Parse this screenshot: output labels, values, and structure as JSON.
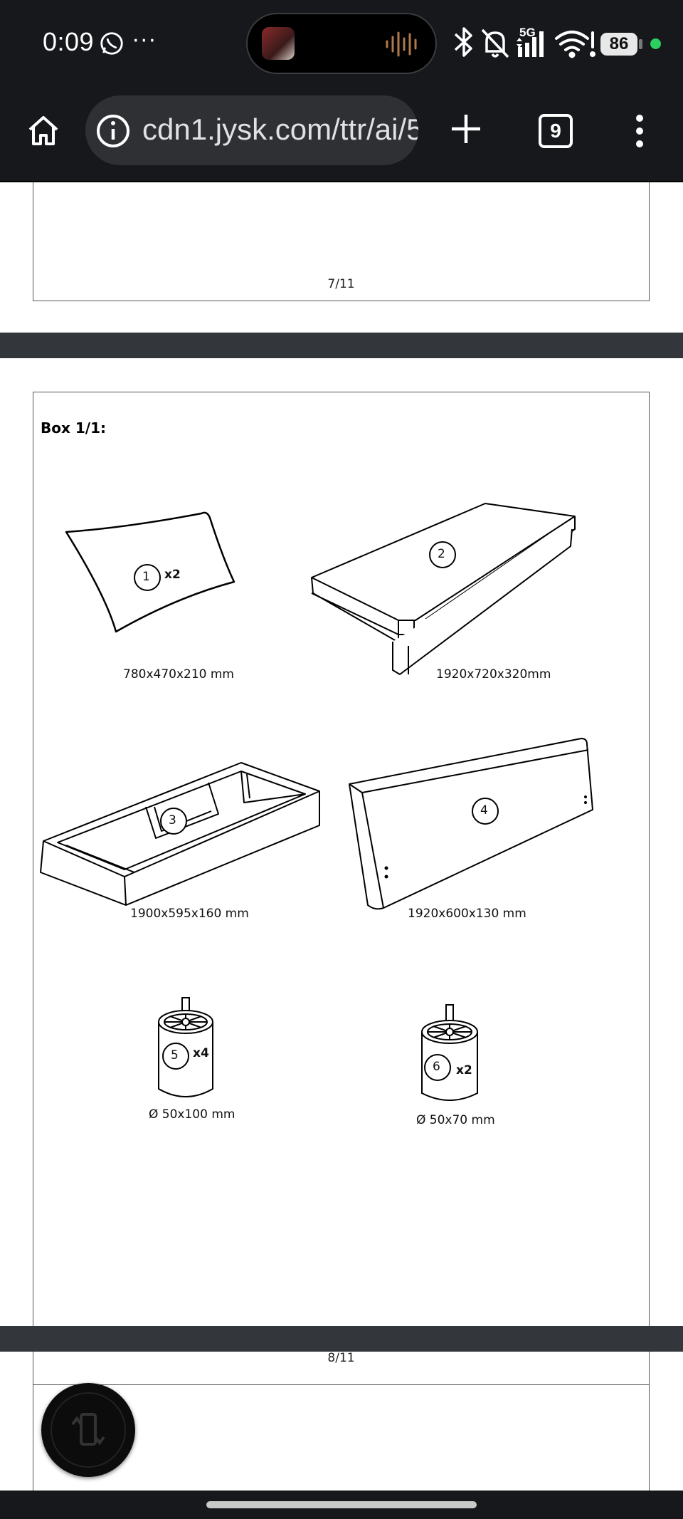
{
  "status_bar": {
    "time": "0:09",
    "more": "···",
    "battery": "86",
    "network": "5G",
    "icons": [
      "whatsapp-icon",
      "bluetooth-icon",
      "mute-icon",
      "signal-icon",
      "wifi-icon"
    ]
  },
  "browser": {
    "url": "cdn1.jysk.com/ttr/ai/5",
    "tab_count": "9"
  },
  "document": {
    "prev_page": "7/11",
    "current_page": "8/11",
    "box_title": "Box 1/1:",
    "parts": [
      {
        "id": "1",
        "qty": "x2",
        "dimensions": "780x470x210 mm"
      },
      {
        "id": "2",
        "qty": "",
        "dimensions": "1920x720x320mm"
      },
      {
        "id": "3",
        "qty": "",
        "dimensions": "1900x595x160 mm"
      },
      {
        "id": "4",
        "qty": "",
        "dimensions": "1920x600x130 mm"
      },
      {
        "id": "5",
        "qty": "x4",
        "dimensions": "Ø 50x100 mm"
      },
      {
        "id": "6",
        "qty": "x2",
        "dimensions": "Ø 50x70 mm"
      }
    ]
  },
  "colors": {
    "chrome": "#16181c",
    "url_pill": "#2e3034",
    "separator": "#33363b",
    "accent_green": "#2bd060"
  }
}
